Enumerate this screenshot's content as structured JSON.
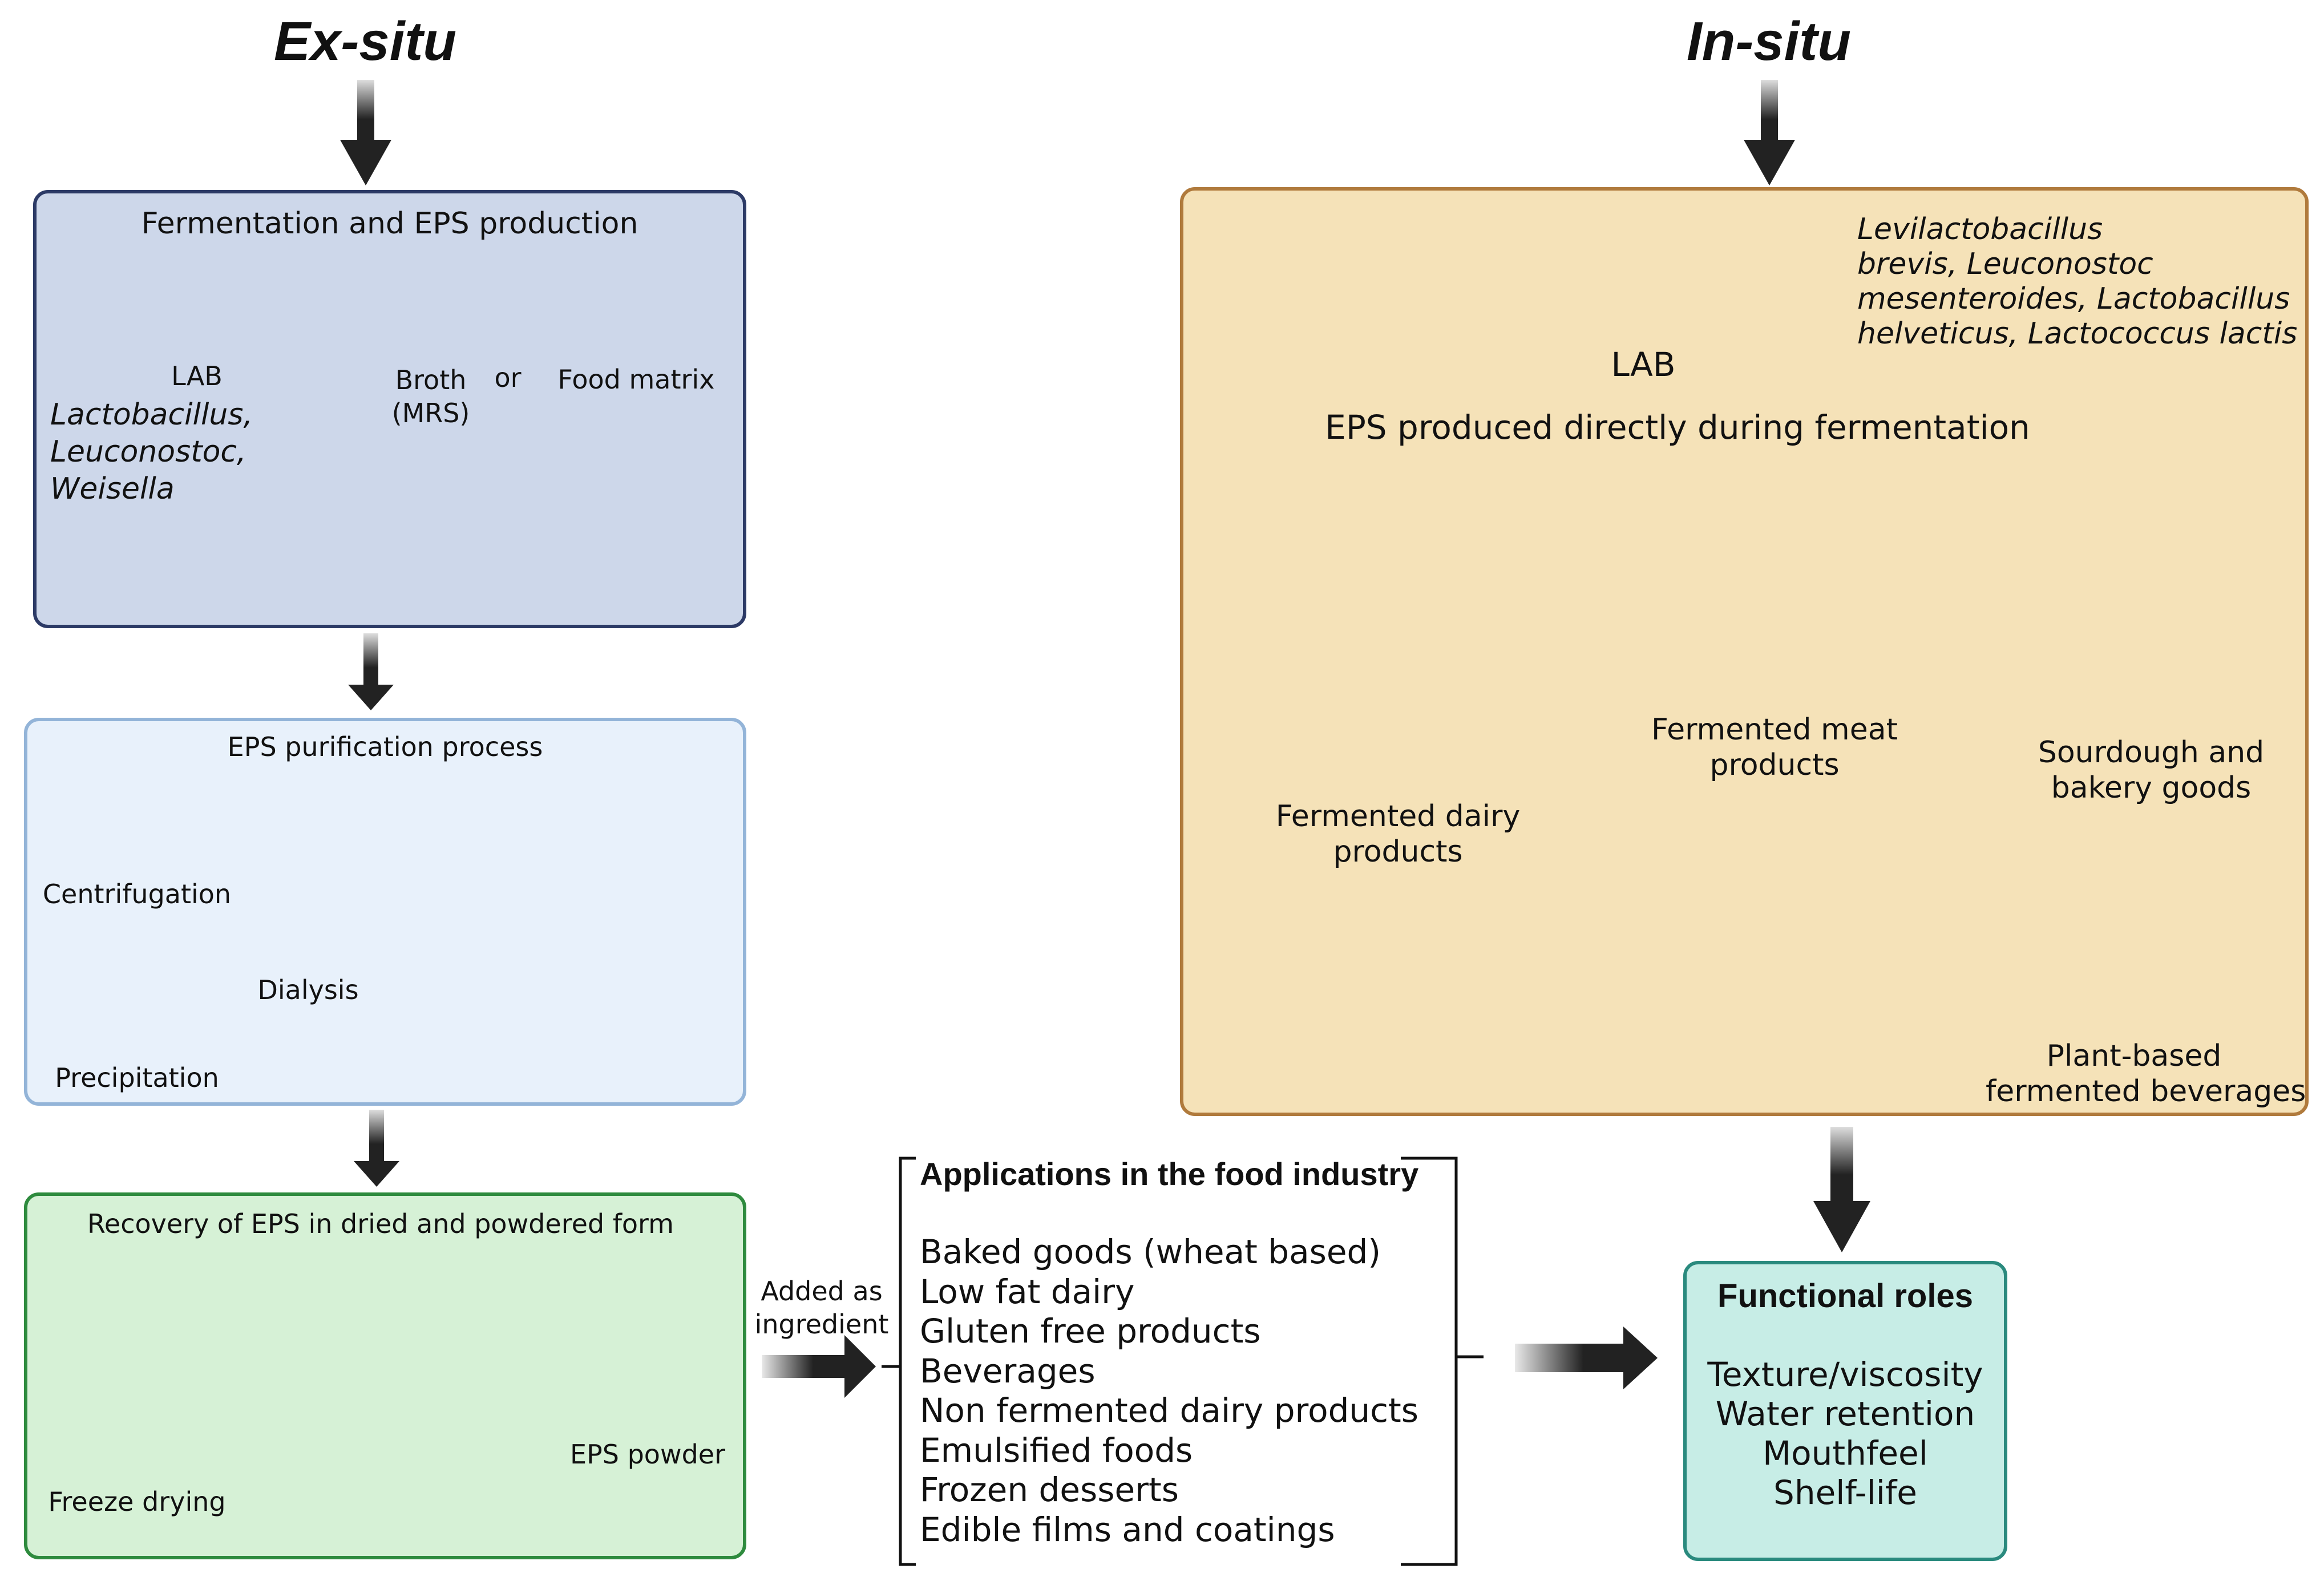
{
  "headings": {
    "ex_situ": "Ex-situ",
    "in_situ": "In-situ"
  },
  "fermentation": {
    "title": "Fermentation and EPS production",
    "lab": "LAB",
    "genera": [
      "Lactobacillus,",
      "Leuconostoc,",
      "Weisella"
    ],
    "broth": [
      "Broth",
      "(MRS)"
    ],
    "or": "or",
    "food_matrix": "Food matrix"
  },
  "purification": {
    "title": "EPS purification process",
    "centrifugation": "Centrifugation",
    "dialysis": "Dialysis",
    "precipitation": "Precipitation"
  },
  "recovery": {
    "title": "Recovery of EPS in dried and powdered form",
    "freeze_drying": "Freeze drying",
    "eps_powder": "EPS powder"
  },
  "added_as_ingredient": [
    "Added as",
    "ingredient"
  ],
  "applications": {
    "title": "Applications in the food industry",
    "items": [
      "Baked goods (wheat based)",
      "Low fat dairy",
      "Gluten free products",
      "Beverages",
      "Non fermented dairy products",
      "Emulsified foods",
      "Frozen desserts",
      "Edible films and coatings"
    ]
  },
  "insitu": {
    "lab": "LAB",
    "species": [
      "Levilactobacillus",
      "brevis, Leuconostoc",
      "mesenteroides, Lactobacillus",
      "helveticus, Lactococcus lactis"
    ],
    "eps_direct": "EPS produced directly during fermentation",
    "dairy": [
      "Fermented dairy",
      "products"
    ],
    "meat": [
      "Fermented meat",
      "products"
    ],
    "sourdough": [
      "Sourdough and",
      "bakery goods"
    ],
    "plant": [
      "Plant-based",
      "fermented beverages"
    ]
  },
  "functional": {
    "title": "Functional roles",
    "items": [
      "Texture/viscosity",
      "Water retention",
      "Mouthfeel",
      "Shelf-life"
    ]
  },
  "colors": {
    "ferment_fill": "#cdd7ea",
    "ferment_border": "#2c3a66",
    "purif_fill": "#e8f1fb",
    "purif_border": "#93b4d8",
    "recovery_fill": "#d6f1d6",
    "recovery_border": "#2e8b3e",
    "insitu_fill": "#f5e2b8",
    "insitu_border": "#b07a3c",
    "func_fill": "#c7ede6",
    "func_border": "#2a8a7e"
  }
}
